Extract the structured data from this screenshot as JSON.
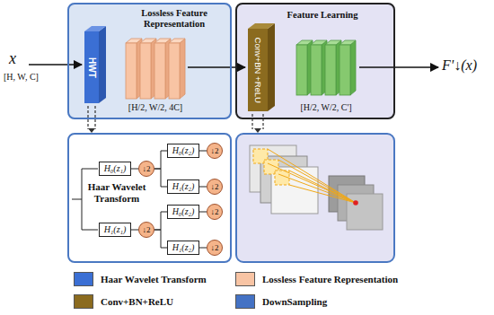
{
  "diagram": {
    "nodes": [
      {
        "text": [
          "Lossless Feature Representation"
        ]
      },
      {
        "text": [
          "HWT"
        ],
        "in": 0
      },
      {
        "text": [
          "Feature Learning"
        ]
      },
      {
        "text": [
          "Conv+BN +ReLU"
        ],
        "in": 2
      },
      {
        "text": [
          "Haar Wavelet Transform"
        ]
      },
      {
        "text": [
          "H₀(z₁)"
        ],
        "in": 4
      },
      {
        "text": [
          "↓2"
        ],
        "in": 4
      },
      {
        "text": [
          "H₁(z₁)"
        ],
        "in": 4
      },
      {
        "text": [
          "↓2"
        ],
        "in": 4
      },
      {
        "text": [
          "H₀(z₂)"
        ],
        "in": 4
      },
      {
        "text": [
          "↓2"
        ],
        "in": 4
      },
      {
        "text": [
          "H₁(z₂)"
        ],
        "in": 4
      },
      {
        "text": [
          "↓2"
        ],
        "in": 4
      },
      {
        "text": [
          "H₀(z₂)"
        ],
        "in": 4
      },
      {
        "text": [
          "↓2"
        ],
        "in": 4
      },
      {
        "text": [
          "H₁(z₂)"
        ],
        "in": 4
      },
      {
        "text": [
          "↓2"
        ],
        "in": 4
      }
    ],
    "edges": [
      {
        "from": 5,
        "to": 6,
        "arrow": "none"
      },
      {
        "from": 7,
        "to": 8,
        "arrow": "none"
      },
      {
        "from": 6,
        "to": 9,
        "arrow": "none"
      },
      {
        "from": 6,
        "to": 11,
        "arrow": "none"
      },
      {
        "from": 8,
        "to": 13,
        "arrow": "none"
      },
      {
        "from": 8,
        "to": 15,
        "arrow": "none"
      },
      {
        "from": 9,
        "to": 10,
        "arrow": "none"
      },
      {
        "from": 11,
        "to": 12,
        "arrow": "none"
      },
      {
        "from": 13,
        "to": 14,
        "arrow": "none"
      },
      {
        "from": 15,
        "to": 16,
        "arrow": "none"
      }
    ],
    "labels": [
      "x",
      "[H, W, C]",
      "[H/2, W/2, 4C]",
      "[H/2, W/2, C']",
      "F'↓(x)"
    ],
    "legend": [
      {
        "text": "Haar Wavelet Transform",
        "color": "#3b6fd4"
      },
      {
        "text": "Lossless Feature Representation",
        "color": "#f8c4a4"
      },
      {
        "text": "Conv+BN+ReLU",
        "color": "#8b6b1f"
      },
      {
        "text": "DownSampling",
        "color": "#4472c4"
      }
    ]
  }
}
